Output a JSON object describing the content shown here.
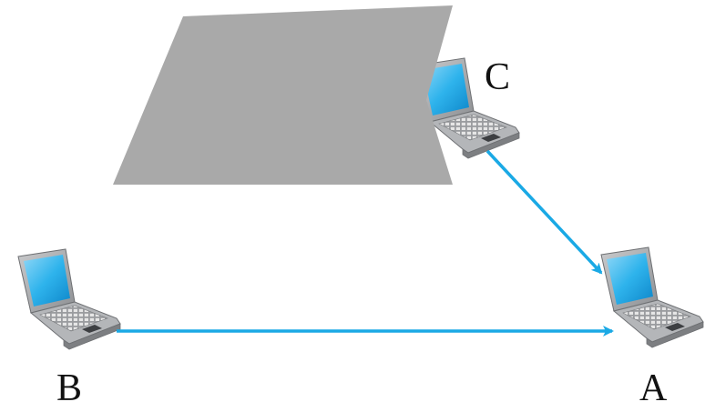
{
  "nodes": [
    {
      "id": "A",
      "label": "A"
    },
    {
      "id": "B",
      "label": "B"
    },
    {
      "id": "C",
      "label": "C"
    }
  ],
  "edges": [
    {
      "from": "C",
      "to": "A"
    },
    {
      "from": "B",
      "to": "A"
    }
  ],
  "colors": {
    "arrow": "#1aa9e5",
    "obstacle": "#a9a9a9",
    "laptop_body": "#a5a7aa",
    "laptop_screen": "#1fa6e4"
  },
  "obstacle": {
    "shape": "parallelogram",
    "occludes": "C"
  }
}
